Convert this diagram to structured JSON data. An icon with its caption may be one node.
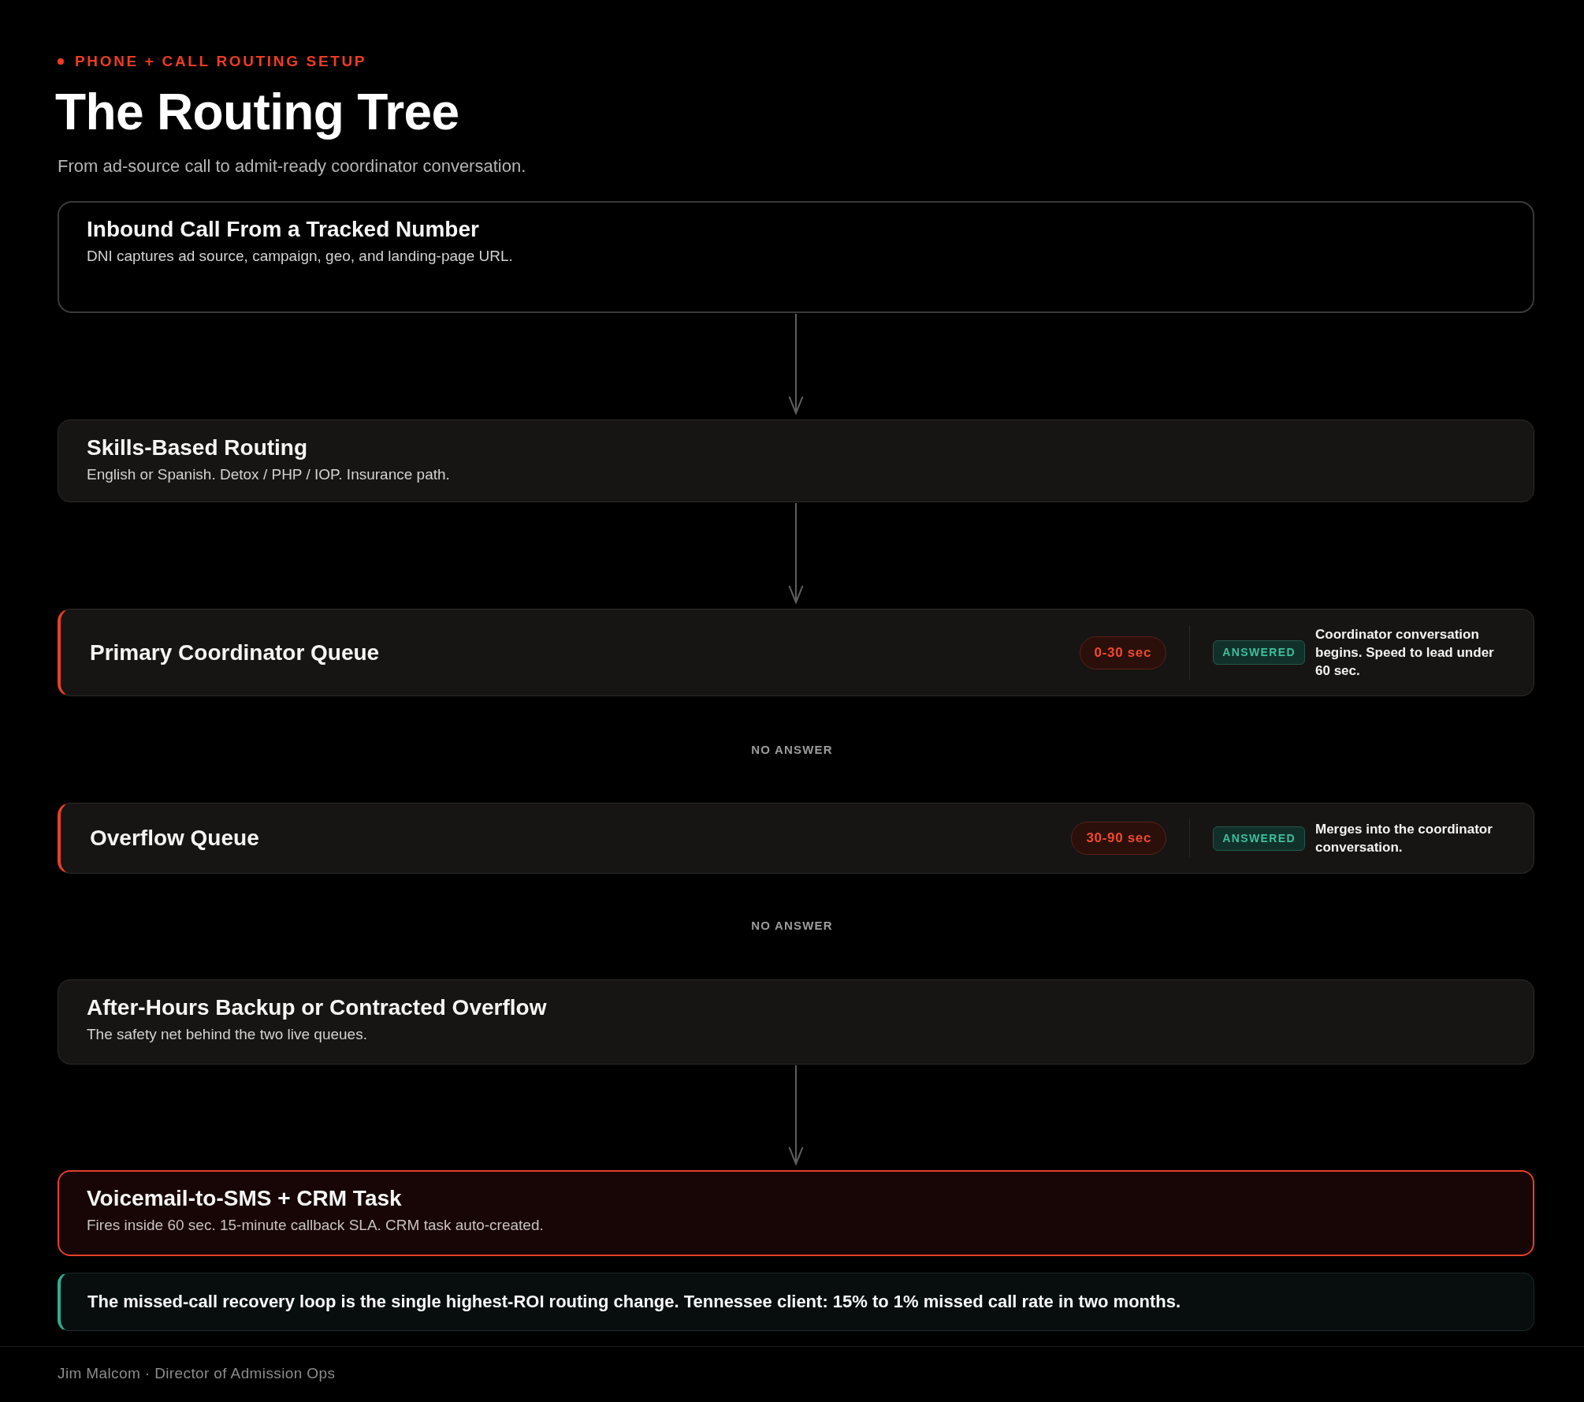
{
  "diagram": {
    "title": "The Routing Tree",
    "nodes": [
      {
        "text": [
          "Inbound Call From a Tracked Number",
          "DNI captures ad source, campaign, geo, and landing-page URL."
        ]
      },
      {
        "text": [
          "Skills-Based Routing",
          "English or Spanish. Detox / PHP / IOP. Insurance path."
        ]
      },
      {
        "text": [
          "Primary Coordinator Queue",
          "Coordinator conversation begins. Speed to lead under 60 sec."
        ]
      },
      {
        "text": [
          "0-30 sec"
        ],
        "in": 2
      },
      {
        "text": [
          "ANSWERED"
        ],
        "in": 2
      },
      {
        "text": [
          "Overflow Queue",
          "Merges into the coordinator conversation."
        ]
      },
      {
        "text": [
          "30-90 sec"
        ],
        "in": 5
      },
      {
        "text": [
          "ANSWERED"
        ],
        "in": 5
      },
      {
        "text": [
          "After-Hours Backup or Contracted Overflow",
          "The safety net behind the two live queues."
        ]
      },
      {
        "text": [
          "Voicemail-to-SMS + CRM Task",
          "Fires inside 60 sec. 15-minute callback SLA. CRM task auto-created."
        ]
      },
      {
        "text": [
          "The missed-call recovery loop is the single highest-ROI routing change. Tennessee client: 15% to 1% missed call rate in two months."
        ]
      }
    ],
    "edges": [
      {
        "from": 0,
        "to": 1,
        "arrow": "to"
      },
      {
        "from": 1,
        "to": 2,
        "arrow": "to"
      },
      {
        "from": 8,
        "to": 9,
        "arrow": "to"
      }
    ],
    "labels": [
      "PHONE + CALL ROUTING SETUP",
      "From ad-source call to admit-ready coordinator conversation.",
      "NO ANSWER",
      "NO ANSWER",
      "Jim Malcom · Director of Admission Ops"
    ]
  }
}
